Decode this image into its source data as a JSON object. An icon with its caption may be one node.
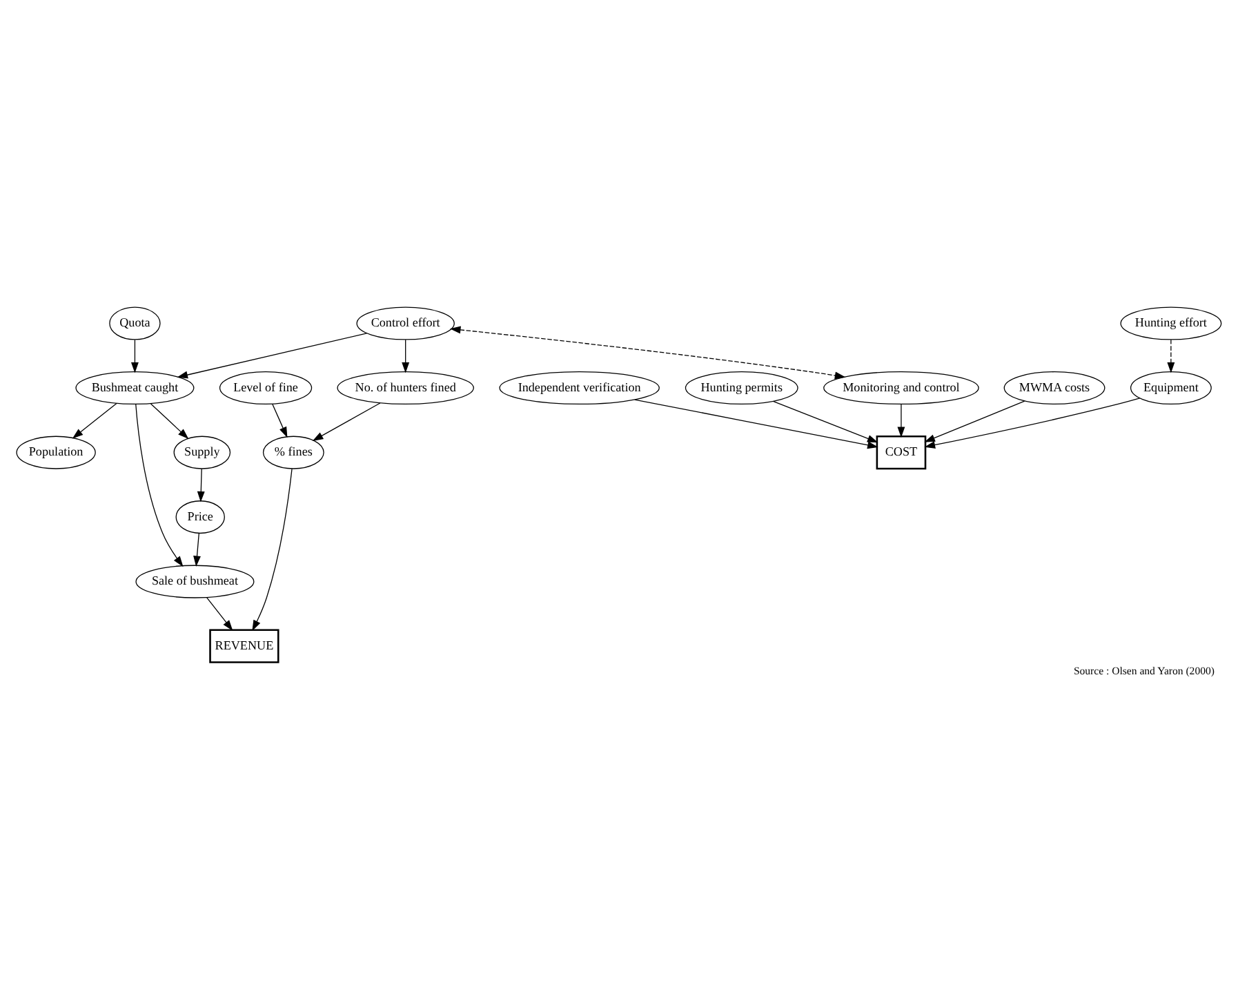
{
  "diagram": {
    "caption": "Source : Olsen and Yaron (2000)",
    "nodes": [
      {
        "text": [
          "Level of fine"
        ]
      },
      {
        "text": [
          "% fines"
        ]
      },
      {
        "text": [
          "REVENUE"
        ]
      },
      {
        "text": [
          "Price"
        ]
      },
      {
        "text": [
          "Supply"
        ]
      },
      {
        "text": [
          "No. of hunters fined"
        ]
      },
      {
        "text": [
          "Sale of bushmeat"
        ]
      },
      {
        "text": [
          "Bushmeat caught"
        ]
      },
      {
        "text": [
          "Control effort"
        ]
      },
      {
        "text": [
          "Quota"
        ]
      },
      {
        "text": [
          "Hunting effort"
        ]
      },
      {
        "text": [
          "MWMA costs"
        ]
      },
      {
        "text": [
          "Population"
        ]
      },
      {
        "text": [
          "Monitoring and control"
        ]
      },
      {
        "text": [
          "Equipment"
        ]
      },
      {
        "text": [
          "COST"
        ]
      },
      {
        "text": [
          "Independent verification"
        ]
      },
      {
        "text": [
          "Hunting permits"
        ]
      }
    ],
    "edges": [
      {
        "from": 0,
        "to": 1,
        "arrow": "to"
      },
      {
        "from": 5,
        "to": 1,
        "arrow": "to"
      },
      {
        "from": 1,
        "to": 2,
        "arrow": "to"
      },
      {
        "from": 6,
        "to": 2,
        "arrow": "to"
      },
      {
        "from": 4,
        "to": 3,
        "arrow": "to"
      },
      {
        "from": 3,
        "to": 6,
        "arrow": "to"
      },
      {
        "from": 7,
        "to": 6,
        "arrow": "to"
      },
      {
        "from": 7,
        "to": 4,
        "arrow": "to"
      },
      {
        "from": 8,
        "to": 5,
        "arrow": "to"
      },
      {
        "from": 8,
        "to": 7,
        "arrow": "to"
      },
      {
        "from": 9,
        "to": 7,
        "arrow": "to"
      },
      {
        "from": 7,
        "to": 12,
        "arrow": "to"
      },
      {
        "from": 8,
        "to": 13,
        "arrow": "both",
        "style": "dashed"
      },
      {
        "from": 10,
        "to": 14,
        "arrow": "to",
        "style": "dashed"
      },
      {
        "from": 11,
        "to": 15,
        "arrow": "to"
      },
      {
        "from": 13,
        "to": 15,
        "arrow": "to"
      },
      {
        "from": 14,
        "to": 15,
        "arrow": "to"
      },
      {
        "from": 16,
        "to": 15,
        "arrow": "to"
      },
      {
        "from": 17,
        "to": 15,
        "arrow": "to"
      }
    ]
  }
}
